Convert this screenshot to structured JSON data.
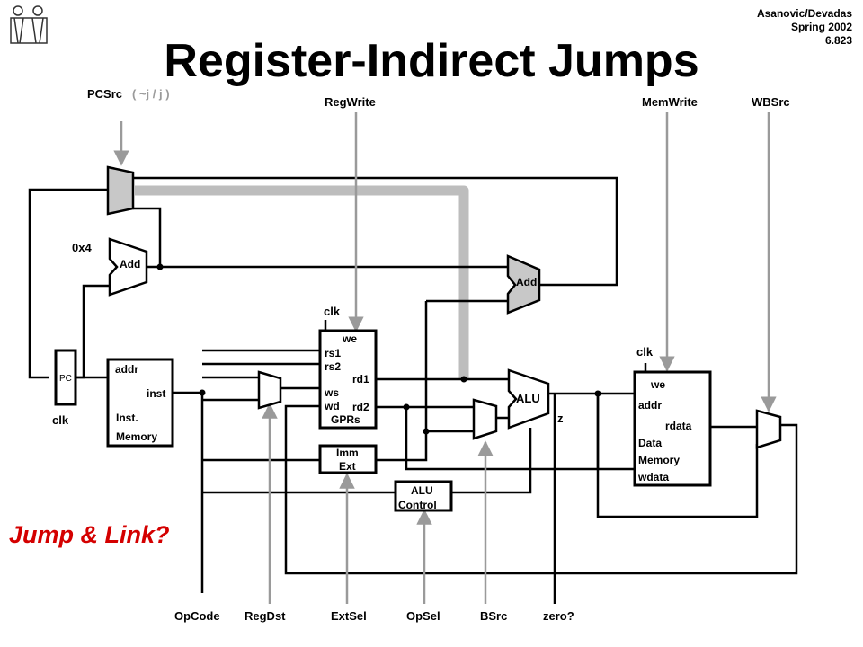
{
  "slide": {
    "title": "Register-Indirect Jumps",
    "credits": [
      "Asanovic/Devadas",
      "Spring 2002",
      "6.823"
    ],
    "question": "Jump & Link?"
  },
  "control_signals": {
    "pcsrc": "PCSrc",
    "pcsrc_options": "( ~j / j )",
    "regwrite": "RegWrite",
    "memwrite": "MemWrite",
    "wbsrc": "WBSrc",
    "opcode": "OpCode",
    "regdst": "RegDst",
    "extsel": "ExtSel",
    "opsel": "OpSel",
    "bsrc": "BSrc",
    "zero": "zero?"
  },
  "blocks": {
    "add_const": "0x4",
    "add1": "Add",
    "add2": "Add",
    "pc": "PC",
    "clk": "clk",
    "inst_addr": "addr",
    "inst_out": "inst",
    "inst_mem_name": "Inst.",
    "inst_mem_name2": "Memory",
    "gpr_we": "we",
    "gpr_rs1": "rs1",
    "gpr_rs2": "rs2",
    "gpr_rd1": "rd1",
    "gpr_ws": "ws",
    "gpr_wd": "wd",
    "gpr_rd2": "rd2",
    "gpr_name": "GPRs",
    "imm1": "Imm",
    "imm2": "Ext",
    "alu": "ALU",
    "alu_z": "z",
    "aluctl1": "ALU",
    "aluctl2": "Control",
    "dm_we": "we",
    "dm_addr": "addr",
    "dm_rdata": "rdata",
    "dm_name1": "Data",
    "dm_name2": "Memory",
    "dm_wdata": "wdata"
  },
  "colors": {
    "wire": "#000000",
    "control_wire": "#9a9a9a",
    "mux_fill": "#c8c8c8",
    "highlight_path": "#bdbdbd",
    "question": "#d40000"
  }
}
